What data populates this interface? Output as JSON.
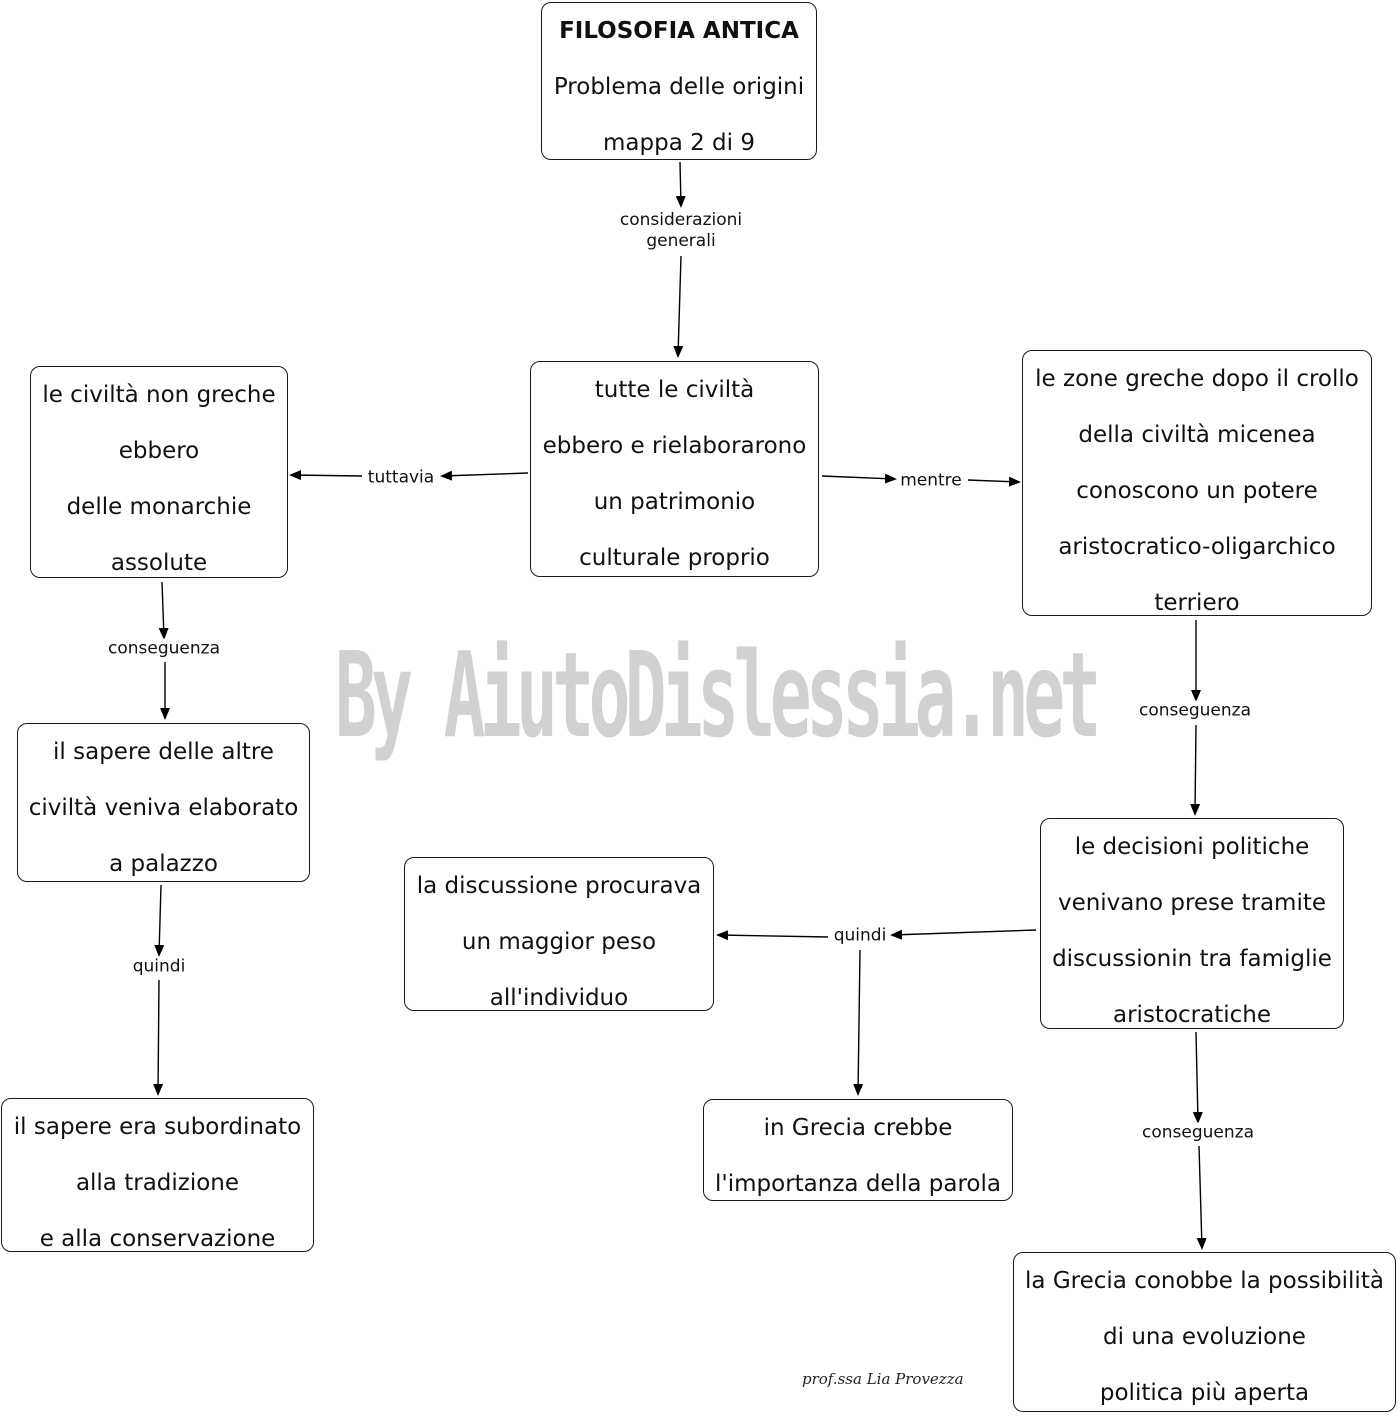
{
  "nodes": {
    "title": [
      "FILOSOFIA ANTICA",
      "Problema delle origini",
      "mappa 2 di 9"
    ],
    "tutte": [
      "tutte le civiltà",
      "ebbero e rielaborarono",
      "un patrimonio",
      "culturale proprio"
    ],
    "non_greche": [
      "le civiltà non greche",
      "ebbero",
      "delle monarchie",
      "assolute"
    ],
    "zone_greche": [
      "le zone greche dopo il crollo",
      "della civiltà micenea",
      "conoscono un potere",
      "aristocratico-oligarchico",
      "terriero"
    ],
    "sapere_altre": [
      "il sapere delle altre",
      "civiltà veniva elaborato",
      "a palazzo"
    ],
    "decisioni": [
      "le decisioni politiche",
      "venivano prese tramite",
      "discussionin tra famiglie",
      "aristocratiche"
    ],
    "discussione": [
      "la discussione procurava",
      "un maggior peso",
      "all'individuo"
    ],
    "subordinato": [
      "il sapere era subordinato",
      "alla tradizione",
      "e alla conservazione"
    ],
    "parola": [
      "in Grecia crebbe",
      "l'importanza della parola"
    ],
    "evoluzione": [
      "la Grecia conobbe la possibilità",
      "di una evoluzione",
      "politica più aperta"
    ]
  },
  "edge_labels": {
    "considerazioni": [
      "considerazioni",
      "generali"
    ],
    "tuttavia": [
      "tuttavia"
    ],
    "mentre": [
      "mentre"
    ],
    "conseguenza_left": [
      "conseguenza"
    ],
    "conseguenza_right": [
      "conseguenza"
    ],
    "quindi_left": [
      "quindi"
    ],
    "quindi_center": [
      "quindi"
    ],
    "conseguenza_bottom": [
      "conseguenza"
    ]
  },
  "watermark": "By AiutoDislessia.net",
  "signature": "prof.ssa Lia Provezza"
}
